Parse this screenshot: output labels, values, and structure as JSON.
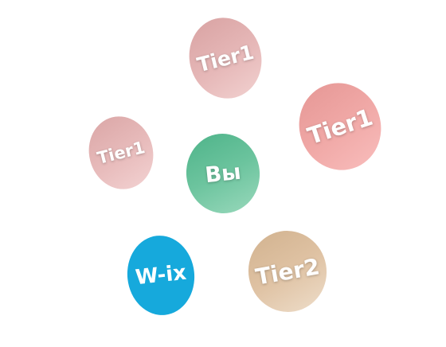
{
  "nodes": {
    "top": {
      "label": "Tier1",
      "color": "#e6b8b8"
    },
    "right": {
      "label": "Tier1",
      "color": "#f0a8a6"
    },
    "left": {
      "label": "Tier1",
      "color": "#e8bcbc"
    },
    "center": {
      "label": "Вы",
      "color": "#6cc49e"
    },
    "wix": {
      "label": "W-ix",
      "color": "#16a9dc"
    },
    "tier2": {
      "label": "Tier2",
      "color": "#dfc2a3"
    }
  }
}
